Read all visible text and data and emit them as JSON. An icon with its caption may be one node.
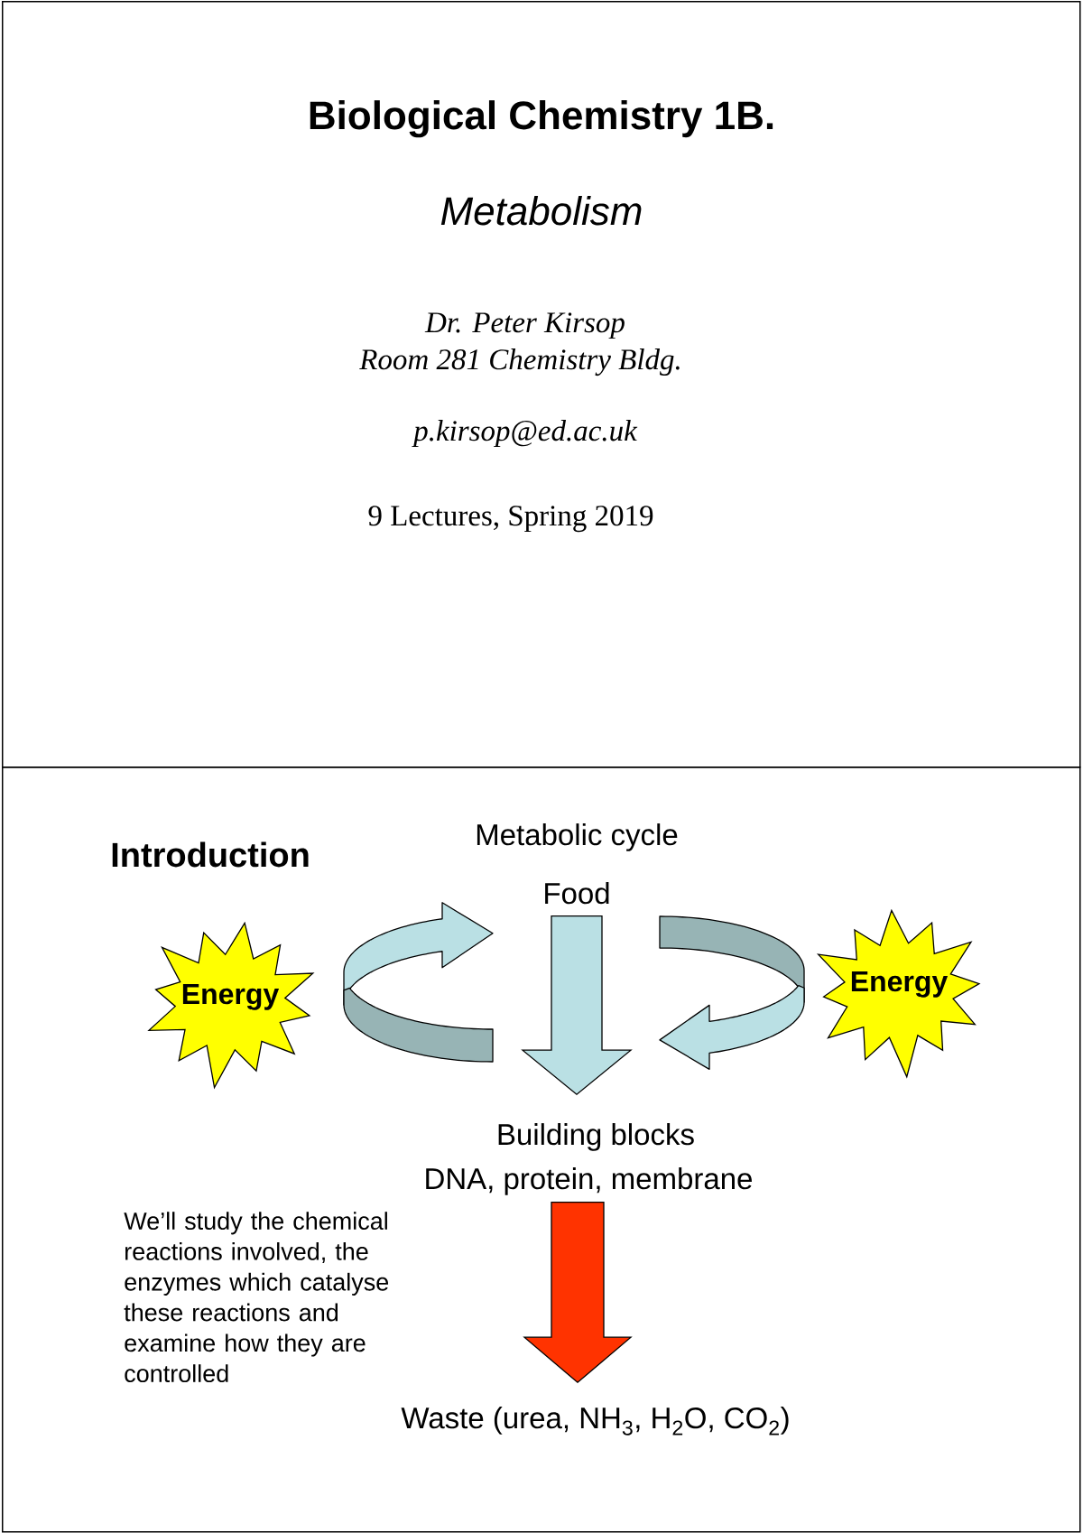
{
  "diagram": {
    "nodes": [
      {
        "text": [
          "Biological Chemistry 1B.",
          "Metabolism",
          "Dr. Peter Kirsop",
          "Room 281 Chemistry Bldg.",
          "p.kirsop@ed.ac.uk",
          "9 Lectures, Spring 2019"
        ]
      },
      {
        "text": [
          "Introduction",
          "Metabolic cycle",
          "We’ll study the chemical reactions involved, the enzymes which catalyse these reactions and examine how they are controlled"
        ]
      },
      {
        "text": [
          "Food"
        ],
        "in": 1
      },
      {
        "text": [
          "Energy"
        ],
        "in": 1
      },
      {
        "text": [
          "Energy"
        ],
        "in": 1
      },
      {
        "text": [
          "Building blocks",
          "DNA, protein, membrane"
        ],
        "in": 1
      },
      {
        "text": [
          "Waste (urea, NH$_{3}$, H$_{2}$O, CO$_{2}$)"
        ],
        "in": 1
      }
    ],
    "edges": [
      {
        "from": 2,
        "to": 5,
        "arrow": "to",
        "color": "#bae0e4"
      },
      {
        "from": 5,
        "to": 6,
        "arrow": "to",
        "color": "#ff3300"
      }
    ]
  }
}
